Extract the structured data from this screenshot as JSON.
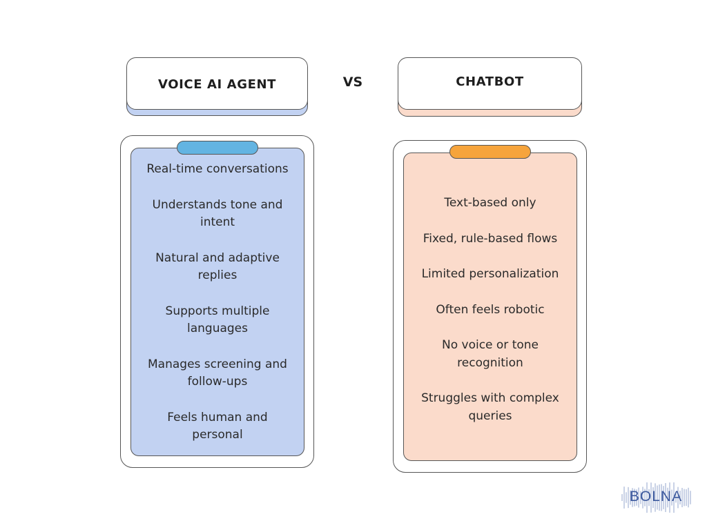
{
  "left": {
    "title": "VOICE AI AGENT",
    "items": [
      "Real-time conversations",
      "Understands tone and intent",
      "Natural and adaptive replies",
      "Supports multiple languages",
      "Manages screening and follow-ups",
      "Feels human and personal"
    ]
  },
  "vs_label": "VS",
  "right": {
    "title": "CHATBOT",
    "items": [
      "Text-based only",
      "Fixed, rule-based flows",
      "Limited personalization",
      "Often feels robotic",
      "No voice or tone recognition",
      "Struggles with complex queries"
    ]
  },
  "colors": {
    "left_fill": "#c2d2f2",
    "left_notch": "#63b4e2",
    "right_fill": "#fbdbcb",
    "right_notch": "#f6a43c"
  },
  "logo": {
    "text": "BOLNA"
  }
}
